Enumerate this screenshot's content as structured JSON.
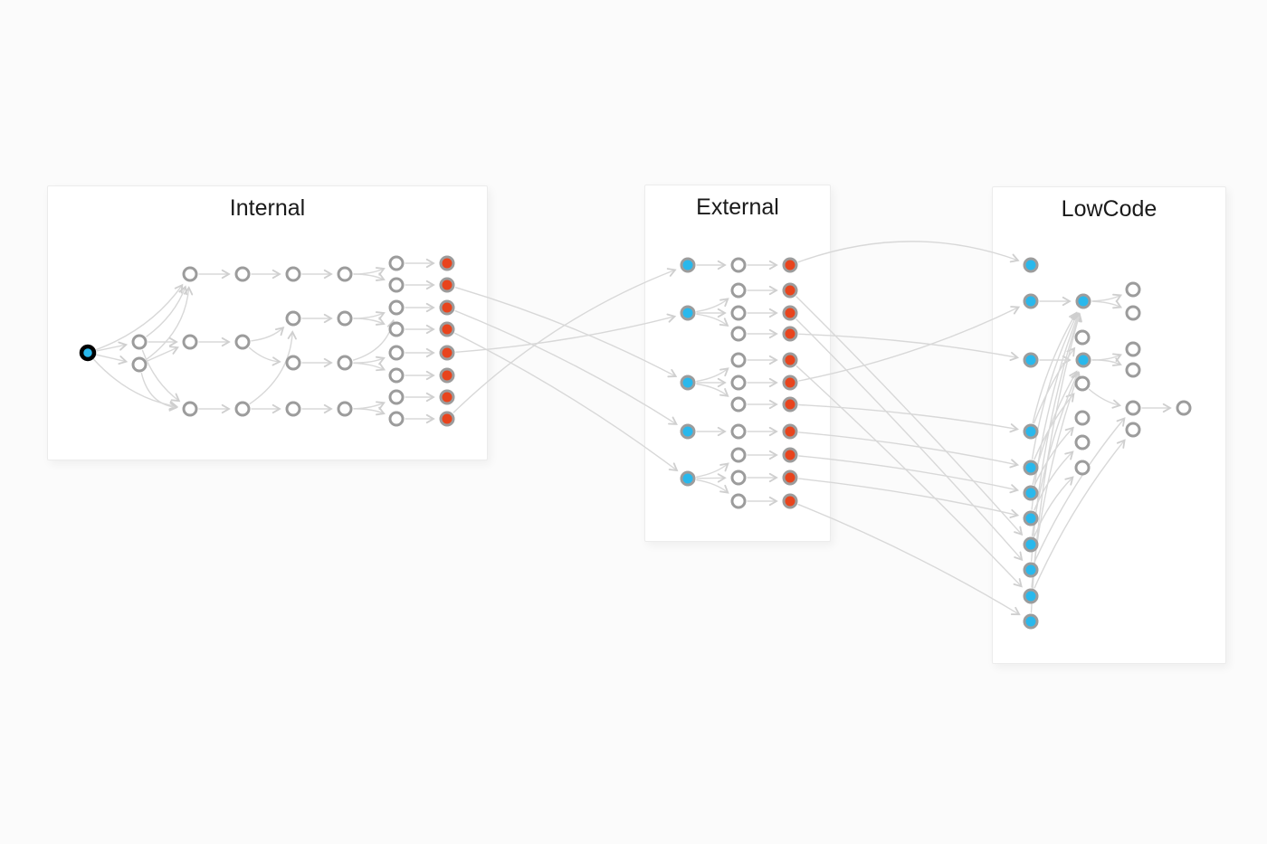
{
  "panels": [
    {
      "id": "internal",
      "title": "Internal"
    },
    {
      "id": "external",
      "title": "External"
    },
    {
      "id": "lowcode",
      "title": "LowCode"
    }
  ],
  "colors": {
    "page_background": "#fbfbfb",
    "panel_background": "#ffffff",
    "panel_border": "#ececec",
    "title_text": "#1a1a1a",
    "node_ring": "#9c9c9c",
    "node_hollow_fill": "#ffffff",
    "node_cyan_fill": "#29b8ec",
    "node_red_fill": "#e8441d",
    "source_ring": "#000000",
    "edge": "#d8d8d8",
    "arrowhead": "#cfcfcf"
  },
  "graph": {
    "node_format": [
      "id",
      "x",
      "y",
      "type"
    ],
    "edge_format": [
      "from",
      "to",
      "curvature"
    ],
    "node_types": [
      "source",
      "hollow",
      "cyan",
      "red"
    ],
    "nodes": [
      [
        "S",
        97,
        390,
        "source"
      ],
      [
        "iA",
        154,
        378,
        "hollow"
      ],
      [
        "iB",
        154,
        403,
        "hollow"
      ],
      [
        "iC",
        210,
        303,
        "hollow"
      ],
      [
        "iE",
        210,
        378,
        "hollow"
      ],
      [
        "iD",
        210,
        452,
        "hollow"
      ],
      [
        "iF",
        268,
        303,
        "hollow"
      ],
      [
        "iG",
        268,
        378,
        "hollow"
      ],
      [
        "iH",
        268,
        452,
        "hollow"
      ],
      [
        "iI",
        324,
        303,
        "hollow"
      ],
      [
        "iJ",
        324,
        352,
        "hollow"
      ],
      [
        "iK",
        324,
        401,
        "hollow"
      ],
      [
        "iL",
        324,
        452,
        "hollow"
      ],
      [
        "i6a",
        381,
        303,
        "hollow"
      ],
      [
        "i6b",
        381,
        352,
        "hollow"
      ],
      [
        "i6c",
        381,
        401,
        "hollow"
      ],
      [
        "i6d",
        381,
        452,
        "hollow"
      ],
      [
        "i7r1",
        438,
        291,
        "hollow"
      ],
      [
        "i7r2",
        438,
        315,
        "hollow"
      ],
      [
        "i7r3",
        438,
        340,
        "hollow"
      ],
      [
        "i7r4",
        438,
        364,
        "hollow"
      ],
      [
        "i7r5",
        438,
        390,
        "hollow"
      ],
      [
        "i7r6",
        438,
        415,
        "hollow"
      ],
      [
        "i7r7",
        438,
        439,
        "hollow"
      ],
      [
        "i7r8",
        438,
        463,
        "hollow"
      ],
      [
        "i8r1",
        494,
        291,
        "red"
      ],
      [
        "i8r2",
        494,
        315,
        "red"
      ],
      [
        "i8r3",
        494,
        340,
        "red"
      ],
      [
        "i8r4",
        494,
        364,
        "red"
      ],
      [
        "i8r5",
        494,
        390,
        "red"
      ],
      [
        "i8r6",
        494,
        415,
        "red"
      ],
      [
        "i8r7",
        494,
        439,
        "red"
      ],
      [
        "i8r8",
        494,
        463,
        "red"
      ],
      [
        "ec1",
        760,
        293,
        "cyan"
      ],
      [
        "ec2",
        760,
        346,
        "cyan"
      ],
      [
        "ec3",
        760,
        423,
        "cyan"
      ],
      [
        "ec4",
        760,
        477,
        "cyan"
      ],
      [
        "ec5",
        760,
        529,
        "cyan"
      ],
      [
        "eh1",
        816,
        293,
        "hollow"
      ],
      [
        "eh2",
        816,
        321,
        "hollow"
      ],
      [
        "eh3",
        816,
        346,
        "hollow"
      ],
      [
        "eh4",
        816,
        369,
        "hollow"
      ],
      [
        "eh5",
        816,
        398,
        "hollow"
      ],
      [
        "eh6",
        816,
        423,
        "hollow"
      ],
      [
        "eh7",
        816,
        447,
        "hollow"
      ],
      [
        "eh8",
        816,
        477,
        "hollow"
      ],
      [
        "eh9",
        816,
        503,
        "hollow"
      ],
      [
        "eh10",
        816,
        528,
        "hollow"
      ],
      [
        "eh11",
        816,
        554,
        "hollow"
      ],
      [
        "er1",
        873,
        293,
        "red"
      ],
      [
        "er2",
        873,
        321,
        "red"
      ],
      [
        "er3",
        873,
        346,
        "red"
      ],
      [
        "er4",
        873,
        369,
        "red"
      ],
      [
        "er5",
        873,
        398,
        "red"
      ],
      [
        "er6",
        873,
        423,
        "red"
      ],
      [
        "er7",
        873,
        447,
        "red"
      ],
      [
        "er8",
        873,
        477,
        "red"
      ],
      [
        "er9",
        873,
        503,
        "red"
      ],
      [
        "er10",
        873,
        528,
        "red"
      ],
      [
        "er11",
        873,
        554,
        "red"
      ],
      [
        "lc1",
        1139,
        293,
        "cyan"
      ],
      [
        "lc2",
        1139,
        333,
        "cyan"
      ],
      [
        "lc3",
        1139,
        398,
        "cyan"
      ],
      [
        "lc4",
        1139,
        477,
        "cyan"
      ],
      [
        "lc5",
        1139,
        517,
        "cyan"
      ],
      [
        "lc6",
        1139,
        545,
        "cyan"
      ],
      [
        "lc7",
        1139,
        573,
        "cyan"
      ],
      [
        "lc8",
        1139,
        602,
        "cyan"
      ],
      [
        "lc9",
        1139,
        630,
        "cyan"
      ],
      [
        "lc10",
        1139,
        659,
        "cyan"
      ],
      [
        "lc11",
        1139,
        687,
        "cyan"
      ],
      [
        "lb1",
        1197,
        333,
        "cyan"
      ],
      [
        "lb2",
        1197,
        398,
        "cyan"
      ],
      [
        "lh1",
        1196,
        373,
        "hollow"
      ],
      [
        "lh2",
        1196,
        424,
        "hollow"
      ],
      [
        "lh3",
        1196,
        462,
        "hollow"
      ],
      [
        "lh4",
        1196,
        489,
        "hollow"
      ],
      [
        "lh5",
        1196,
        517,
        "hollow"
      ],
      [
        "lk1",
        1252,
        320,
        "hollow"
      ],
      [
        "lk2",
        1252,
        346,
        "hollow"
      ],
      [
        "lk3",
        1252,
        386,
        "hollow"
      ],
      [
        "lk4",
        1252,
        409,
        "hollow"
      ],
      [
        "lk5",
        1252,
        451,
        "hollow"
      ],
      [
        "lk6",
        1252,
        475,
        "hollow"
      ],
      [
        "lm1",
        1308,
        451,
        "hollow"
      ]
    ],
    "edges": [
      [
        "S",
        "iA",
        0
      ],
      [
        "S",
        "iB",
        0
      ],
      [
        "S",
        "iC",
        -22
      ],
      [
        "S",
        "iD",
        -22
      ],
      [
        "iA",
        "iC",
        -14
      ],
      [
        "iB",
        "iC",
        -26
      ],
      [
        "iA",
        "iE",
        0
      ],
      [
        "iB",
        "iE",
        0
      ],
      [
        "iA",
        "iD",
        -14
      ],
      [
        "iB",
        "iD",
        -26
      ],
      [
        "iC",
        "iF",
        0
      ],
      [
        "iE",
        "iG",
        0
      ],
      [
        "iD",
        "iH",
        0
      ],
      [
        "iF",
        "iI",
        0
      ],
      [
        "iG",
        "iJ",
        -10
      ],
      [
        "iG",
        "iK",
        -10
      ],
      [
        "iH",
        "iJ",
        -28
      ],
      [
        "iH",
        "iL",
        0
      ],
      [
        "iI",
        "i6a",
        0
      ],
      [
        "iJ",
        "i6b",
        0
      ],
      [
        "iK",
        "i6c",
        0
      ],
      [
        "iL",
        "i6d",
        0
      ],
      [
        "i6a",
        "i7r1",
        -6
      ],
      [
        "i6a",
        "i7r2",
        6
      ],
      [
        "i6b",
        "i7r3",
        -6
      ],
      [
        "i6b",
        "i7r4",
        6
      ],
      [
        "i6c",
        "i7r5",
        -6
      ],
      [
        "i6c",
        "i7r6",
        6
      ],
      [
        "i6c",
        "i7r3",
        -24
      ],
      [
        "i6d",
        "i7r7",
        -6
      ],
      [
        "i6d",
        "i7r8",
        6
      ],
      [
        "i7r1",
        "i8r1",
        0
      ],
      [
        "i7r2",
        "i8r2",
        0
      ],
      [
        "i7r3",
        "i8r3",
        0
      ],
      [
        "i7r4",
        "i8r4",
        0
      ],
      [
        "i7r5",
        "i8r5",
        0
      ],
      [
        "i7r6",
        "i8r6",
        0
      ],
      [
        "i7r7",
        "i8r7",
        0
      ],
      [
        "i7r8",
        "i8r8",
        0
      ],
      [
        "i8r2",
        "ec3",
        14
      ],
      [
        "i8r3",
        "ec4",
        14
      ],
      [
        "i8r4",
        "ec5",
        14
      ],
      [
        "i8r5",
        "ec2",
        -12
      ],
      [
        "i8r8",
        "ec1",
        32
      ],
      [
        "ec1",
        "eh1",
        0
      ],
      [
        "ec2",
        "eh2",
        -8
      ],
      [
        "ec2",
        "eh3",
        0
      ],
      [
        "ec2",
        "eh4",
        8
      ],
      [
        "ec3",
        "eh5",
        -8
      ],
      [
        "ec3",
        "eh6",
        0
      ],
      [
        "ec3",
        "eh7",
        8
      ],
      [
        "ec4",
        "eh8",
        0
      ],
      [
        "ec5",
        "eh9",
        -8
      ],
      [
        "ec5",
        "eh10",
        0
      ],
      [
        "ec5",
        "eh11",
        8
      ],
      [
        "eh1",
        "er1",
        0
      ],
      [
        "eh2",
        "er2",
        0
      ],
      [
        "eh3",
        "er3",
        0
      ],
      [
        "eh4",
        "er4",
        0
      ],
      [
        "eh5",
        "er5",
        0
      ],
      [
        "eh6",
        "er6",
        0
      ],
      [
        "eh7",
        "er7",
        0
      ],
      [
        "eh8",
        "er8",
        0
      ],
      [
        "eh9",
        "er9",
        0
      ],
      [
        "eh10",
        "er10",
        0
      ],
      [
        "eh11",
        "er11",
        0
      ],
      [
        "er1",
        "lc1",
        48
      ],
      [
        "er2",
        "lc8",
        6
      ],
      [
        "er3",
        "lc9",
        6
      ],
      [
        "er4",
        "lc3",
        10
      ],
      [
        "er5",
        "lc10",
        6
      ],
      [
        "er6",
        "lc2",
        -18
      ],
      [
        "er7",
        "lc4",
        8
      ],
      [
        "er8",
        "lc5",
        8
      ],
      [
        "er9",
        "lc6",
        8
      ],
      [
        "er10",
        "lc7",
        8
      ],
      [
        "er11",
        "lc11",
        12
      ],
      [
        "lc2",
        "lb1",
        0
      ],
      [
        "lc3",
        "lb2",
        0
      ],
      [
        "lb1",
        "lk1",
        -6
      ],
      [
        "lb1",
        "lk2",
        6
      ],
      [
        "lb2",
        "lk3",
        -6
      ],
      [
        "lb2",
        "lk4",
        6
      ],
      [
        "lc4",
        "lb1",
        12
      ],
      [
        "lc4",
        "lh1",
        8
      ],
      [
        "lc5",
        "lb1",
        14
      ],
      [
        "lc5",
        "lh2",
        8
      ],
      [
        "lc6",
        "lb2",
        12
      ],
      [
        "lc6",
        "lh3",
        8
      ],
      [
        "lc7",
        "lb1",
        16
      ],
      [
        "lc7",
        "lh4",
        10
      ],
      [
        "lc8",
        "lb2",
        14
      ],
      [
        "lc8",
        "lh5",
        10
      ],
      [
        "lc9",
        "lb1",
        18
      ],
      [
        "lc9",
        "lk5",
        14
      ],
      [
        "lc10",
        "lb2",
        16
      ],
      [
        "lc10",
        "lk6",
        14
      ],
      [
        "lc11",
        "lb1",
        20
      ],
      [
        "lh2",
        "lk5",
        -8
      ],
      [
        "lk5",
        "lm1",
        0
      ]
    ]
  }
}
